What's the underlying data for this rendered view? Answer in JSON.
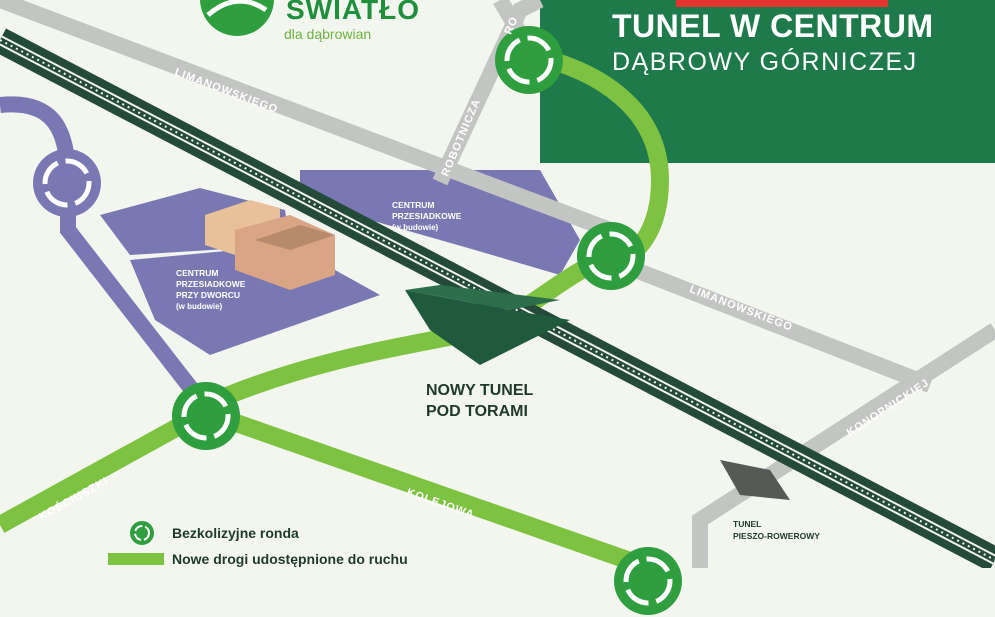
{
  "title": {
    "line1": "TUNEL W CENTRUM",
    "line2": "DĄBROWY GÓRNICZEJ"
  },
  "logo": {
    "word": "ŚWIATŁO",
    "tagline": "dla dąbrowian",
    "icon": "green-circle-logo-icon"
  },
  "streets": {
    "limanowskiego_top": "LIMANOWSKIEGO",
    "limanowskiego_right": "LIMANOWSKIEGO",
    "robotnicza": "ROBOTNICZA",
    "robotnicza_top": "RO",
    "konopnickiej": "KONOPNICKIEJ",
    "kosciuszki": "KOŚCIUSZKI",
    "kolejowa": "KOLEJOWA"
  },
  "zones": {
    "north": {
      "line1": "CENTRUM",
      "line2": "PRZESIADKOWE",
      "note": "(w budowie)"
    },
    "station": {
      "line1": "CENTRUM",
      "line2": "PRZESIADKOWE",
      "line3": "PRZY DWORCU",
      "note": "(w budowie)"
    }
  },
  "tunnel": {
    "line1": "NOWY TUNEL",
    "line2": "POD TORAMI"
  },
  "ped_tunnel": {
    "line1": "TUNEL",
    "line2": "PIESZO-ROWEROWY"
  },
  "legend": {
    "roundabout": "Bezkolizyjne ronda",
    "new_roads": "Nowe drogi udostępnione do ruchu"
  },
  "colors": {
    "background": "#f3f6ee",
    "dark_green": "#1e7a4a",
    "road_green": "#7ec242",
    "roundabout_green": "#2e9e3f",
    "road_gray": "#c3c5c3",
    "zone_purple": "#7a78b3",
    "rail": "#244b3a",
    "accent_red": "#e3342f"
  }
}
